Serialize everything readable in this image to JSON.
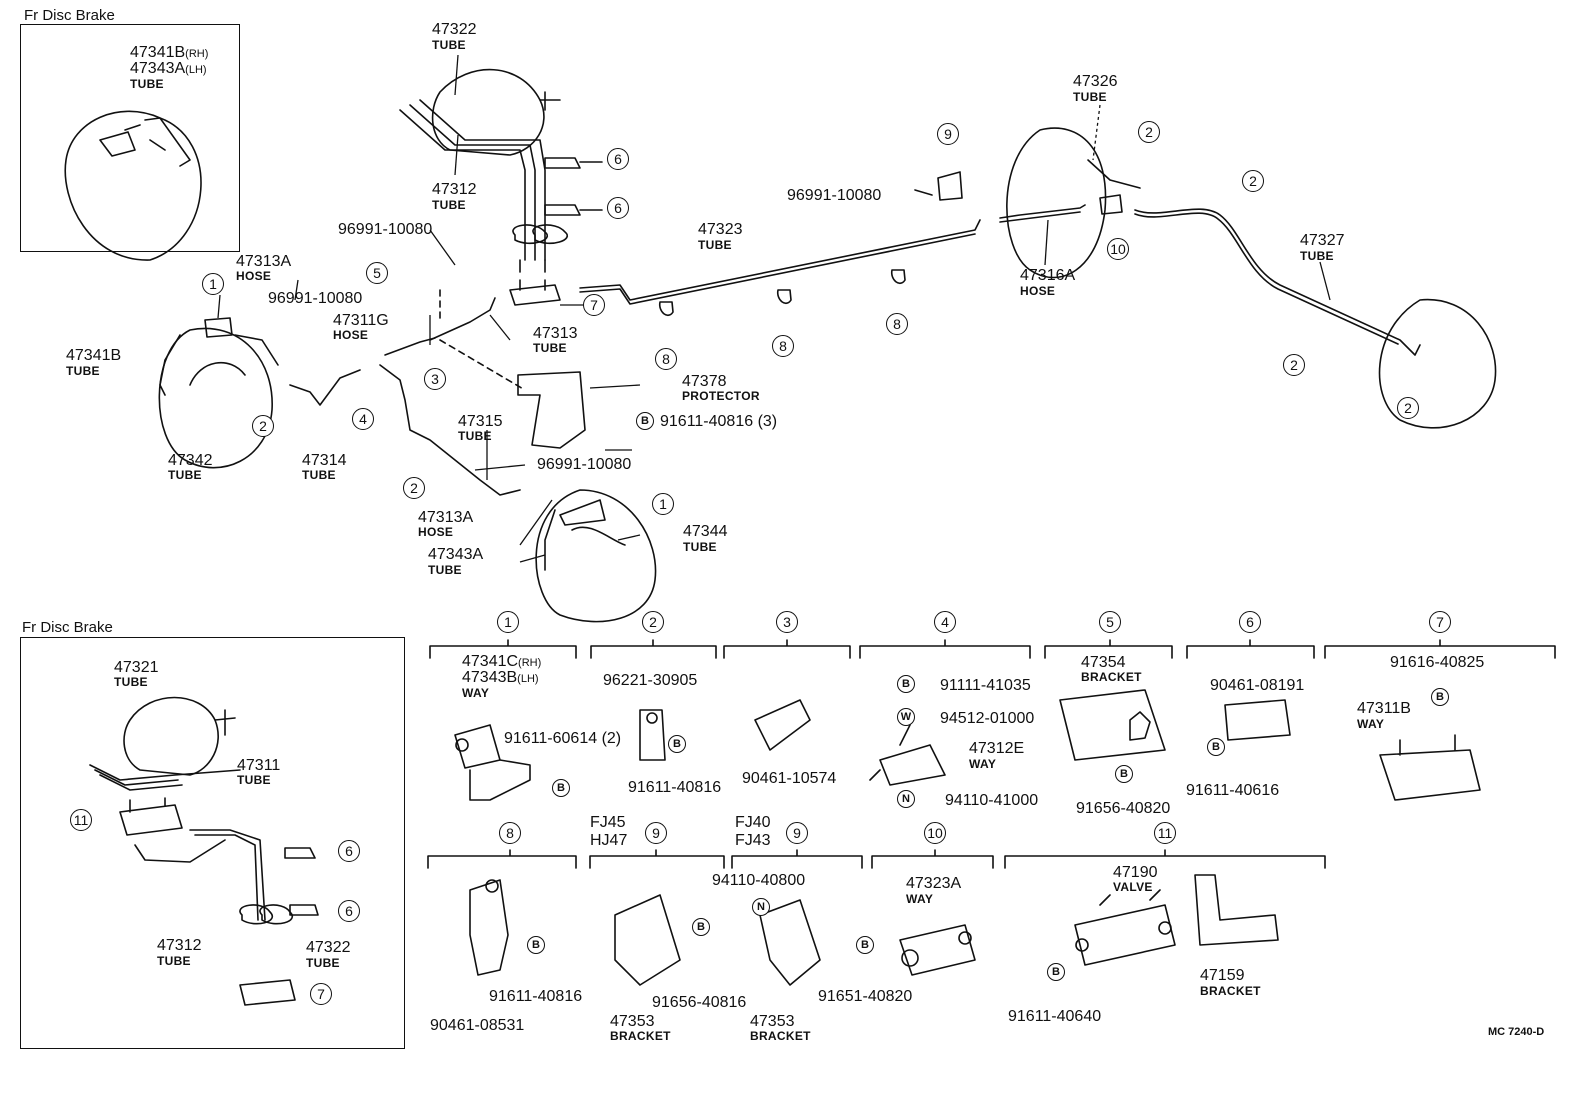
{
  "insets": {
    "top_title": "Fr Disc Brake",
    "bottom_title": "Fr Disc Brake"
  },
  "labels": {
    "l47341b_rh": "47341B",
    "l47341b_rh_sfx": "(RH)",
    "l47343a_lh": "47343A",
    "l47343a_lh_sfx": "(LH)",
    "tube": "TUBE",
    "hose": "HOSE",
    "way": "WAY",
    "bracket": "BRACKET",
    "valve": "VALVE",
    "protector": "PROTECTOR",
    "p47322": "47322",
    "p47312": "47312",
    "p47313a_top": "47313A",
    "p96991_a": "96991-10080",
    "p96991_b": "96991-10080",
    "p96991_c": "96991-10080",
    "p96991_d": "96991-10080",
    "p47311g": "47311G",
    "p47341b": "47341B",
    "p47342": "47342",
    "p47314": "47314",
    "p47313": "47313",
    "p47378": "47378",
    "p91611_40816_3": "91611-40816 (3)",
    "p47315": "47315",
    "p47313a_bot": "47313A",
    "p47343a": "47343A",
    "p47344": "47344",
    "p47323": "47323",
    "p47326": "47326",
    "p47316a": "47316A",
    "p47327": "47327",
    "p47321": "47321",
    "p47311": "47311",
    "p47312_in": "47312",
    "p47322_in": "47322",
    "d1_a": "47341C",
    "d1_a_sfx": "(RH)",
    "d1_b": "47343B",
    "d1_b_sfx": "(LH)",
    "d1_bolt": "91611-60614 (2)",
    "d2_clip": "96221-30905",
    "d2_bolt": "91611-40816",
    "d3_clip": "90461-10574",
    "d4_b": "91111-41035",
    "d4_w": "94512-01000",
    "d4_way": "47312E",
    "d4_n": "94110-41000",
    "d5_br": "47354",
    "d5_bolt": "91656-40820",
    "d6_clip": "90461-08191",
    "d6_bolt": "91611-40616",
    "d7_bolt": "91616-40825",
    "d7_way": "47311B",
    "d8_bolt": "91611-40816",
    "d8_clip": "90461-08531",
    "d9a_model1": "FJ45",
    "d9a_model2": "HJ47",
    "d9a_bolt": "91656-40816",
    "d9a_br": "47353",
    "d9b_model1": "FJ40",
    "d9b_model2": "FJ43",
    "d9b_nut": "94110-40800",
    "d9b_bolt": "91651-40820",
    "d9b_br": "47353",
    "d10_way": "47323A",
    "d11_valve": "47190",
    "d11_br": "47159",
    "d11_bolt": "91611-40640",
    "code": "MC  7240-D"
  },
  "callouts": {
    "n1": "1",
    "n2": "2",
    "n3": "3",
    "n4": "4",
    "n5": "5",
    "n6": "6",
    "n7": "7",
    "n8": "8",
    "n9": "9",
    "n10": "10",
    "n11": "11",
    "b": "B",
    "w": "W",
    "n": "N"
  }
}
